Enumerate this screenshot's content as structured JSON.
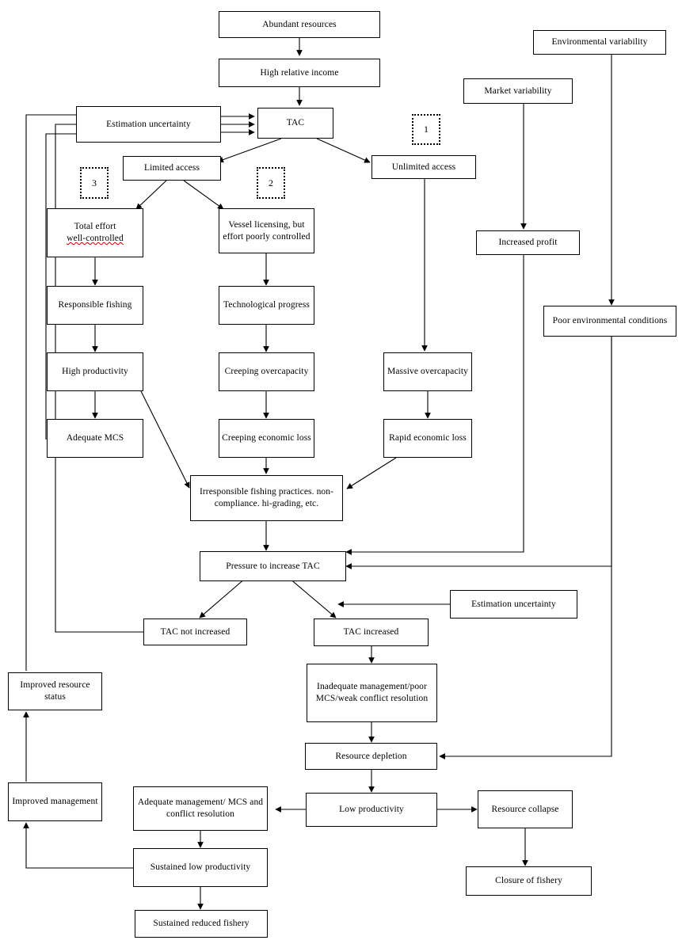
{
  "diagram": {
    "title": "Fishery management outcomes flowchart",
    "background_color": "#ffffff",
    "line_color": "#000000",
    "box_border_color": "#000000",
    "spellcheck_underline_color": "#c00000"
  },
  "nodes": {
    "abundant_resources": "Abundant resources",
    "high_relative_income": "High relative income",
    "tac": "TAC",
    "estimation_uncertainty_top": "Estimation uncertainty",
    "limited_access": "Limited access",
    "unlimited_access": "Unlimited access",
    "environmental_variability": "Environmental variability",
    "market_variability": "Market variability",
    "increased_profit": "Increased profit",
    "poor_environmental_conditions": "Poor environmental conditions",
    "total_effort_prefix": "Total effort ",
    "total_effort_spell": "well-controlled",
    "vessel_licensing": "Vessel licensing, but effort poorly controlled",
    "responsible_fishing": "Responsible fishing",
    "technological_progress": "Technological progress",
    "massive_overcapacity": "Massive overcapacity",
    "high_productivity": "High productivity",
    "creeping_overcapacity": "Creeping overcapacity",
    "adequate_mcs": "Adequate MCS",
    "creeping_economic_loss": "Creeping economic loss",
    "rapid_economic_loss": "Rapid economic loss",
    "irresponsible_fishing": "Irresponsible fishing practices. non-compliance. hi-grading, etc.",
    "pressure_to_increase_tac": "Pressure to increase TAC",
    "estimation_uncertainty_lower": "Estimation uncertainty",
    "tac_not_increased": "TAC not increased",
    "tac_increased": "TAC increased",
    "inadequate_management": "Inadequate management/poor MCS/weak conflict resolution",
    "resource_depletion": "Resource depletion",
    "improved_resource_status": "Improved resource status",
    "improved_management": "Improved management",
    "adequate_management": "Adequate management/ MCS and conflict resolution",
    "low_productivity": "Low productivity",
    "resource_collapse": "Resource collapse",
    "sustained_low_productivity": "Sustained low productivity",
    "closure_of_fishery": "Closure of fishery",
    "sustained_reduced_fishery": "Sustained reduced fishery"
  },
  "markers": {
    "one": "1",
    "two": "2",
    "three": "3"
  }
}
